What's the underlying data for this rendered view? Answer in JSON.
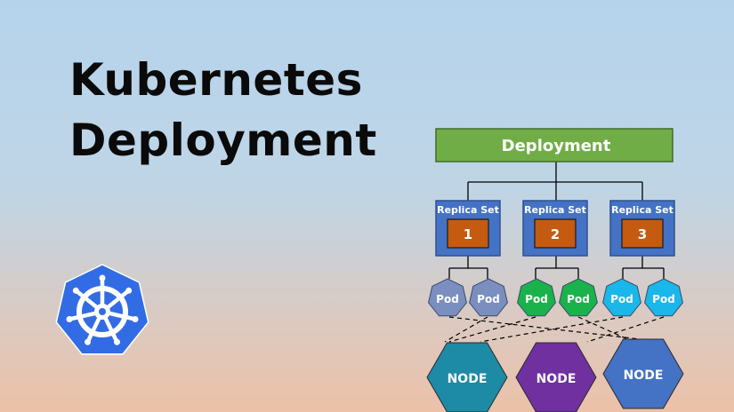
{
  "title": {
    "line1": "Kubernetes",
    "line2": "Deployment"
  },
  "logo": {
    "icon": "kubernetes-helm-wheel-icon",
    "color": "#326ce5"
  },
  "diagram": {
    "deployment": {
      "label": "Deployment",
      "color": "#70ad47"
    },
    "replica_sets": [
      {
        "label": "Replica Set",
        "number": "1"
      },
      {
        "label": "Replica Set",
        "number": "2"
      },
      {
        "label": "Replica Set",
        "number": "3"
      }
    ],
    "replica_set_color": "#4472c4",
    "replica_badge_color": "#c55a11",
    "pods": [
      {
        "label": "Pod",
        "color": "#7a8fbf"
      },
      {
        "label": "Pod",
        "color": "#7a8fbf"
      },
      {
        "label": "Pod",
        "color": "#1ab24b"
      },
      {
        "label": "Pod",
        "color": "#1ab24b"
      },
      {
        "label": "Pod",
        "color": "#1ab7ea"
      },
      {
        "label": "Pod",
        "color": "#1ab7ea"
      }
    ],
    "nodes": [
      {
        "label": "NODE",
        "color": "#1d8aa6"
      },
      {
        "label": "NODE",
        "color": "#7030a0"
      },
      {
        "label": "NODE",
        "color": "#4472c4"
      }
    ]
  }
}
